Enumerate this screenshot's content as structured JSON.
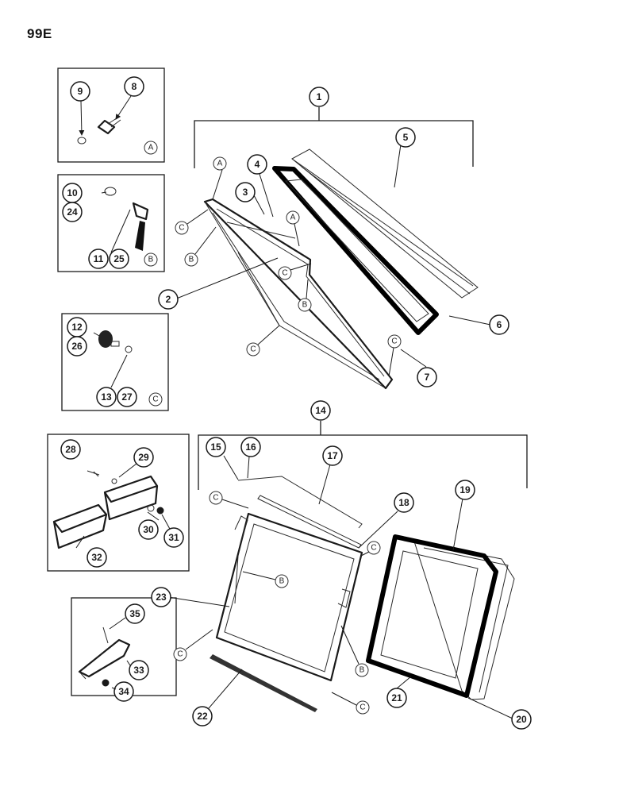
{
  "page": {
    "number": "99E"
  },
  "part_numbers": {
    "p1": "1",
    "p2": "2",
    "p3": "3",
    "p4": "4",
    "p5": "5",
    "p6": "6",
    "p7": "7",
    "p8": "8",
    "p9": "9",
    "p10": "10",
    "p11": "11",
    "p12": "12",
    "p13": "13",
    "p14": "14",
    "p15": "15",
    "p16": "16",
    "p17": "17",
    "p18": "18",
    "p19": "19",
    "p20": "20",
    "p21": "21",
    "p22": "22",
    "p23": "23",
    "p24": "24",
    "p25": "25",
    "p26": "26",
    "p27": "27",
    "p28": "28",
    "p29": "29",
    "p30": "30",
    "p31": "31",
    "p32": "32",
    "p33": "33",
    "p34": "34",
    "p35": "35"
  },
  "detail_refs": {
    "a": "A",
    "b": "B",
    "c": "C"
  }
}
